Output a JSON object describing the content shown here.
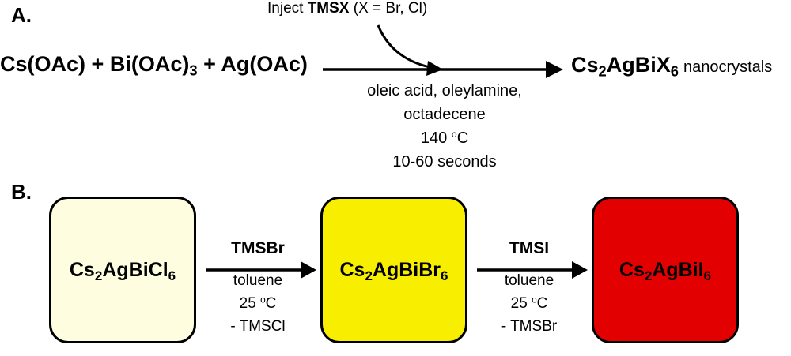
{
  "panel_a": {
    "label": "A.",
    "reactants": {
      "r1": "Cs(OAc)",
      "plus1": "+",
      "r2_main": "Bi(OAc)",
      "r2_sub": "3",
      "plus2": "+",
      "r3": "Ag(OAc)"
    },
    "inject": {
      "prefix": "Inject ",
      "reagent": "TMSX",
      "suffix": " (X = Br, Cl)"
    },
    "product": {
      "p1": "Cs",
      "p1_sub": "2",
      "p2": "AgBiX",
      "p2_sub": "6",
      "suffix": "nanocrystals"
    },
    "conditions": {
      "line1": "oleic acid, oleylamine,",
      "line2": "octadecene",
      "temp_value": "140 ",
      "temp_sup": "o",
      "temp_unit": "C",
      "time": "10-60 seconds"
    }
  },
  "panel_b": {
    "label": "B.",
    "boxes": [
      {
        "pre": "Cs",
        "sub1": "2",
        "mid": "AgBiCl",
        "sub2": "6",
        "color": "#fffde0"
      },
      {
        "pre": "Cs",
        "sub1": "2",
        "mid": "AgBiBr",
        "sub2": "6",
        "color": "#f7ee00"
      },
      {
        "pre": "Cs",
        "sub1": "2",
        "mid": "AgBiI",
        "sub2": "6",
        "color": "#e30000"
      }
    ],
    "steps": [
      {
        "reagent": "TMSBr",
        "solvent": "toluene",
        "temp_value": "25 ",
        "temp_sup": "o",
        "temp_unit": "C",
        "byproduct": "- TMSCl"
      },
      {
        "reagent": "TMSI",
        "solvent": "toluene",
        "temp_value": "25 ",
        "temp_sup": "o",
        "temp_unit": "C",
        "byproduct": "- TMSBr"
      }
    ]
  }
}
